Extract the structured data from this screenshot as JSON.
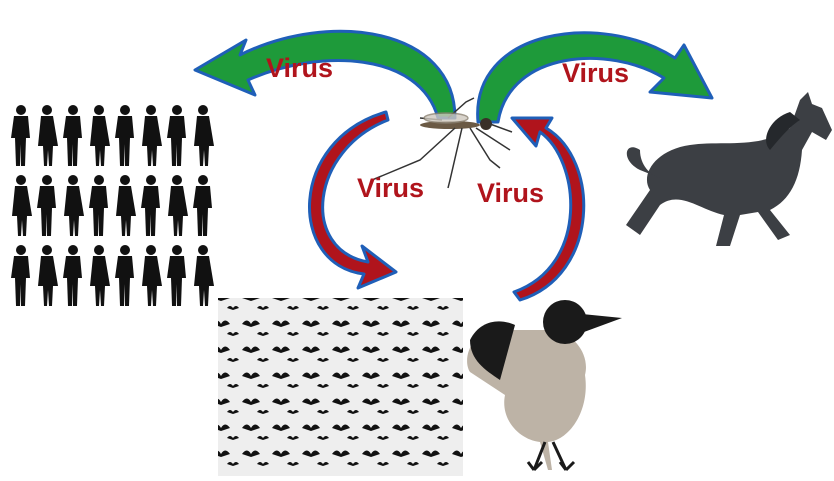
{
  "diagram": {
    "labels": {
      "arrow_to_people": "Virus",
      "arrow_to_horse": "Virus",
      "arrow_to_birds": "Virus",
      "arrow_from_crow": "Virus"
    },
    "nodes": {
      "center": "mosquito",
      "left": "human-crowd",
      "right": "horse",
      "bottom_left": "bird-flock",
      "bottom_right": "hooded-crow"
    },
    "colors": {
      "label_text": "#b0141c",
      "green_arrow": "#1e9a3a",
      "blue_outline": "#1f5fb8",
      "red_arrow": "#b0141c",
      "silhouette": "#111111",
      "horse": "#3c3f44",
      "crow_body": "#bdb3a6",
      "crow_head": "#1a1a1a"
    }
  }
}
